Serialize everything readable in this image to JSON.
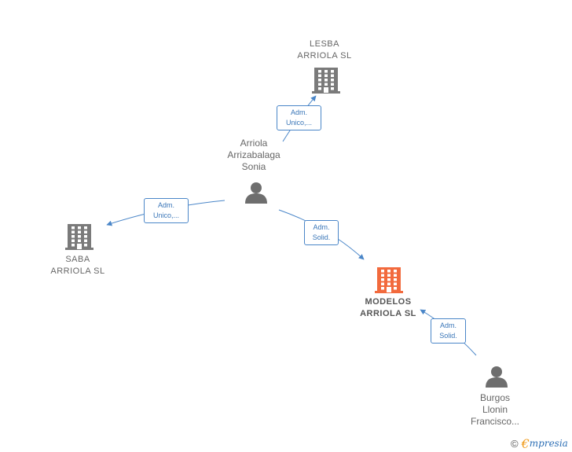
{
  "nodes": {
    "lesba": {
      "lines": [
        "LESBA",
        "ARRIOLA  SL"
      ],
      "kind": "company",
      "color": "#7a7a7a"
    },
    "arriola": {
      "lines": [
        "Arriola",
        "Arrizabalaga",
        "Sonia"
      ],
      "kind": "person",
      "color": "#6e6e6e"
    },
    "saba": {
      "lines": [
        "SABA",
        "ARRIOLA  SL"
      ],
      "kind": "company",
      "color": "#7a7a7a"
    },
    "modelos": {
      "lines": [
        "MODELOS",
        "ARRIOLA  SL"
      ],
      "kind": "company-focus",
      "color": "#f26a3d"
    },
    "burgos": {
      "lines": [
        "Burgos",
        "Llonin",
        "Francisco..."
      ],
      "kind": "person",
      "color": "#6e6e6e"
    }
  },
  "edges": {
    "to_lesba": {
      "lines": [
        "Adm.",
        "Unico,..."
      ]
    },
    "to_saba": {
      "lines": [
        "Adm.",
        "Unico,..."
      ]
    },
    "to_modelos": {
      "lines": [
        "Adm.",
        "Solid."
      ]
    },
    "burgos_to_modelos": {
      "lines": [
        "Adm.",
        "Solid."
      ]
    }
  },
  "colors": {
    "edge": "#4a86c8",
    "accent": "#f26a3d"
  },
  "footer": {
    "copyright_symbol": "©",
    "brand_initial": "€",
    "brand_rest": "mpresia"
  }
}
